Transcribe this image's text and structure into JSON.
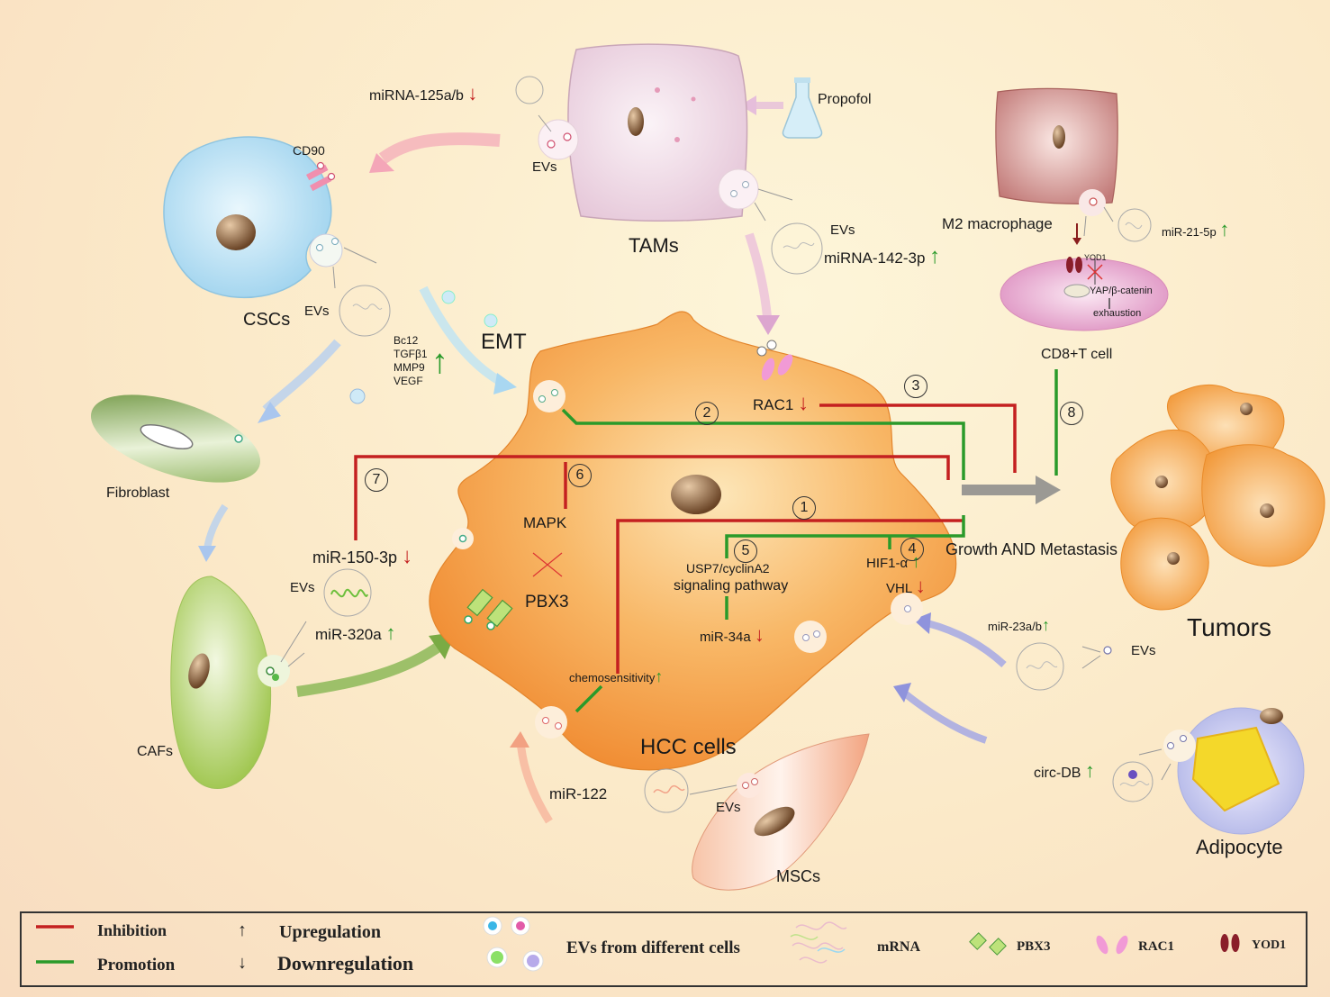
{
  "labels": {
    "tams": "TAMs",
    "propofol": "Propofol",
    "mirna125": "miRNA-125a/b",
    "evs_tam": "EVs",
    "cd90": "CD90",
    "cscs": "CSCs",
    "evs_csc": "EVs",
    "csc_targets": [
      "Bc12",
      "TGFβ1",
      "MMP9",
      "VEGF"
    ],
    "emt": "EMT",
    "fibroblast": "Fibroblast",
    "cafs": "CAFs",
    "evs_caf": "EVs",
    "mir150": "miR-150-3p",
    "mir320": "miR-320a",
    "evs_tam2": "EVs",
    "mirna142": "miRNA-142-3p",
    "rac1": "RAC1",
    "m2": "M2 macrophage",
    "mir21": "miR-21-5p",
    "yod1": "YOD1",
    "yap": "YAP/β-catenin",
    "exhaustion": "exhaustion",
    "cd8": "CD8+T cell",
    "mapk": "MAPK",
    "pbx3": "PBX3",
    "usp7": "USP7/cyclinA2",
    "signaling": "signaling pathway",
    "hif": "HIF1-α",
    "vhl": "VHL",
    "growth": "Growth AND Metastasis",
    "tumors": "Tumors",
    "mir34": "miR-34a",
    "mir23": "miR-23a/b",
    "evs_adipo": "EVs",
    "chemo": "chemosensitivity",
    "hcc": "HCC cells",
    "mir122": "miR-122",
    "evs_msc": "EVs",
    "mscs": "MSCs",
    "circdb": "circ-DB",
    "adipocyte": "Adipocyte",
    "n1": "1",
    "n2": "2",
    "n3": "3",
    "n4": "4",
    "n5": "5",
    "n6": "6",
    "n7": "7",
    "n8": "8"
  },
  "arrows": {
    "up": "↑",
    "down": "↓"
  },
  "legend": {
    "inhibition": "Inhibition",
    "promotion": "Promotion",
    "upregulation": "Upregulation",
    "downregulation": "Downregulation",
    "evs": "EVs from different cells",
    "mrna": "mRNA",
    "pbx3": "PBX3",
    "rac1": "RAC1",
    "yod1": "YOD1"
  },
  "colors": {
    "inhibition": "#c42020",
    "promotion": "#2a9a2a",
    "hcc_cell": "#f5a040",
    "tam": "#eed6e3",
    "csc": "#bfe3f4",
    "fibroblast": "#7fa848",
    "caf": "#a8cc58",
    "m2": "#c98080",
    "cd8": "#e8a8cc",
    "tumor": "#f7ad4e",
    "msc": "#f4b496",
    "adipocyte": "#c9cdef"
  }
}
